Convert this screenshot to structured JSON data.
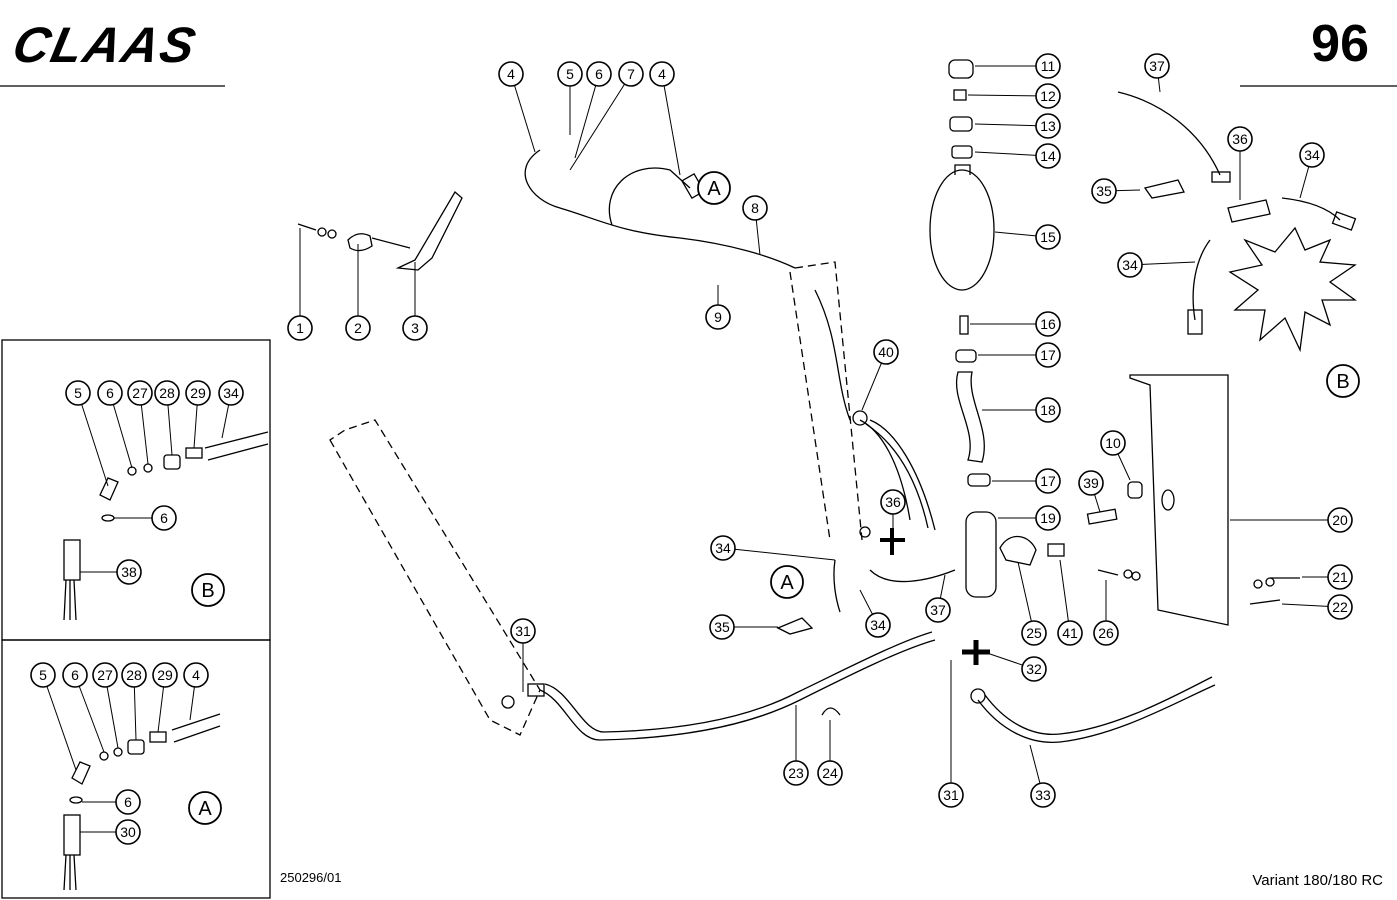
{
  "header": {
    "brand": "CLAAS",
    "page_number": "96"
  },
  "footer": {
    "drawing_code": "250296/01",
    "model": "Variant 180/180 RC"
  },
  "views": {
    "A": "A",
    "B": "B"
  },
  "callouts": [
    "1",
    "2",
    "3",
    "4",
    "4",
    "5",
    "6",
    "7",
    "8",
    "9",
    "10",
    "11",
    "12",
    "13",
    "14",
    "15",
    "16",
    "17",
    "17",
    "18",
    "19",
    "20",
    "21",
    "22",
    "23",
    "24",
    "25",
    "26",
    "31",
    "31",
    "32",
    "33",
    "34",
    "34",
    "34",
    "34",
    "35",
    "35",
    "36",
    "36",
    "37",
    "37",
    "39",
    "40",
    "41"
  ],
  "inset_B_callouts": [
    "5",
    "6",
    "27",
    "28",
    "29",
    "34",
    "6",
    "38"
  ],
  "inset_A_callouts": [
    "5",
    "6",
    "27",
    "28",
    "29",
    "4",
    "6",
    "30"
  ]
}
